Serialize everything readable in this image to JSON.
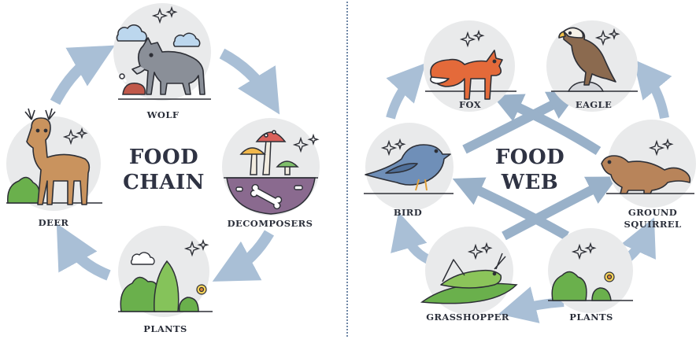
{
  "food_chain": {
    "title_line1": "FOOD",
    "title_line2": "CHAIN",
    "labels": {
      "wolf": "WOLF",
      "decomposers": "DECOMPOSERS",
      "plants": "PLANTS",
      "deer": "DEER"
    }
  },
  "food_web": {
    "title_line1": "FOOD",
    "title_line2": "WEB",
    "labels": {
      "fox": "FOX",
      "eagle": "EAGLE",
      "bird": "BIRD",
      "ground_squirrel_line1": "GROUND",
      "ground_squirrel_line2": "SQUIRREL",
      "grasshopper": "GRASSHOPPER",
      "plants": "PLANTS"
    }
  },
  "colors": {
    "arrow": "#a9bfd6",
    "circle": "#e9eaeb",
    "outline": "#2d2f36",
    "leaf": "#6ab04c",
    "divider": "#6f87a6"
  }
}
